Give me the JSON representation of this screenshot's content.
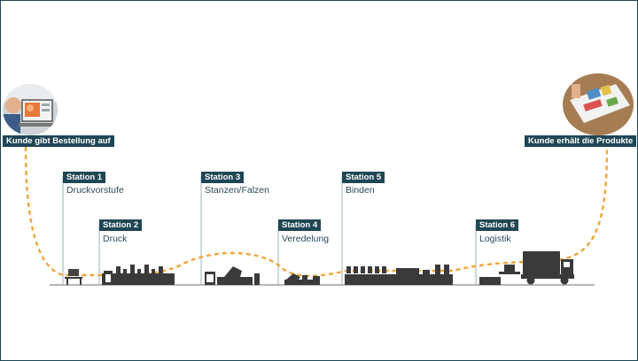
{
  "customer": {
    "order_label": "Kunde gibt Bestellung auf",
    "receive_label": "Kunde erhält die Produkte"
  },
  "stations": [
    {
      "tag": "Station 1",
      "name": "Druckvorstufe"
    },
    {
      "tag": "Station 2",
      "name": "Druck"
    },
    {
      "tag": "Station 3",
      "name": "Stanzen/Falzen"
    },
    {
      "tag": "Station 4",
      "name": "Veredelung"
    },
    {
      "tag": "Station 5",
      "name": "Binden"
    },
    {
      "tag": "Station 6",
      "name": "Logistik"
    }
  ],
  "colors": {
    "accent_path": "#f0a63a",
    "label_bg": "#1f4654",
    "machine": "#3a3a3a"
  },
  "icons": [
    "customer-order-photo",
    "customer-receive-photo",
    "prepress-computer-icon",
    "printing-press-icon",
    "die-cutter-icon",
    "finishing-machine-icon",
    "binding-line-icon",
    "delivery-truck-icon"
  ]
}
